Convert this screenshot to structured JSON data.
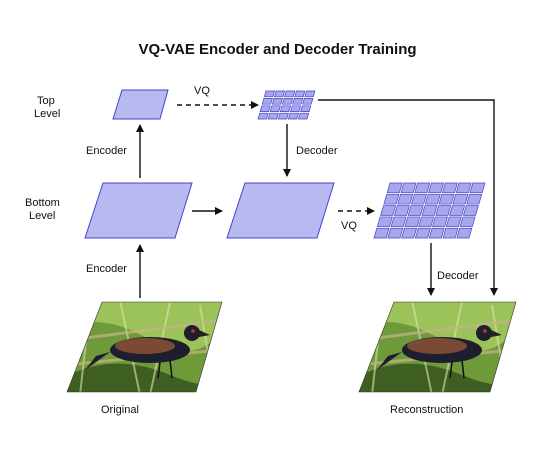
{
  "title": "VQ-VAE Encoder and Decoder Training",
  "levels": {
    "top": [
      "Top",
      "Level"
    ],
    "bottom": [
      "Bottom",
      "Level"
    ]
  },
  "labels": {
    "vq_top": "VQ",
    "vq_bottom": "VQ",
    "encoder_top": "Encoder",
    "encoder_bottom": "Encoder",
    "decoder_top": "Decoder",
    "decoder_bottom": "Decoder"
  },
  "captions": {
    "original": "Original",
    "reconstruction": "Reconstruction"
  },
  "colors": {
    "latent_fill": "#b9b9f2",
    "latent_stroke": "#4444cc",
    "grid_cell": "#a7a7ea",
    "arrow": "#111111",
    "photo_green": "#6f9a3a",
    "photo_dark": "#2a3a1a",
    "bird_brown": "#7a4a34",
    "bird_dark": "#1e1f2e"
  },
  "grids": {
    "top": {
      "rows": 4,
      "cols": 5
    },
    "bottom": {
      "rows": 5,
      "cols": 7
    }
  }
}
